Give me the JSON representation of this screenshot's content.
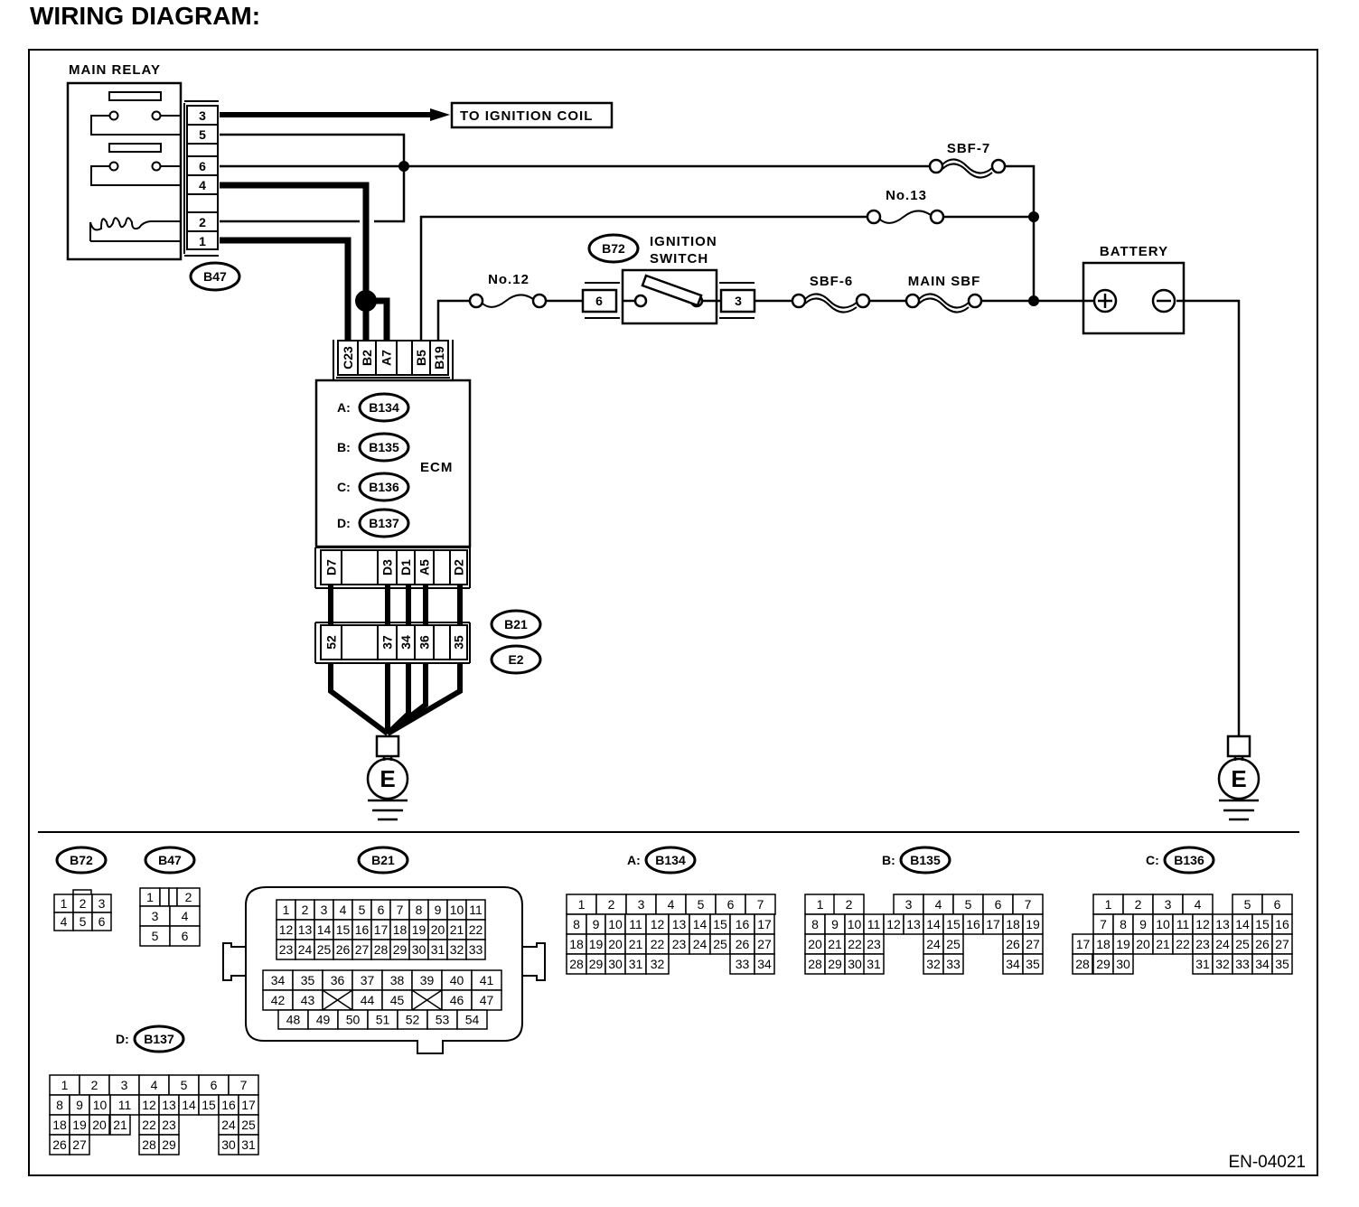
{
  "title": "WIRING DIAGRAM:",
  "figure_id": "EN-04021",
  "components": {
    "main_relay": {
      "label": "MAIN RELAY",
      "connector": "B47",
      "pins": [
        "3",
        "5",
        "6",
        "4",
        "2",
        "1"
      ]
    },
    "to_ignition_coil": "TO IGNITION COIL",
    "fuses": {
      "sbf7": "SBF-7",
      "no13": "No.13",
      "no12": "No.12",
      "sbf6": "SBF-6",
      "main_sbf": "MAIN SBF"
    },
    "ignition_switch": {
      "label_line1": "IGNITION",
      "label_line2": "SWITCH",
      "connector": "B72",
      "pin_left": "6",
      "pin_right": "3"
    },
    "battery": {
      "label": "BATTERY",
      "plus": "+",
      "minus": "−"
    },
    "ecm": {
      "label": "ECM",
      "connectors": [
        {
          "prefix": "A:",
          "id": "B134"
        },
        {
          "prefix": "B:",
          "id": "B135"
        },
        {
          "prefix": "C:",
          "id": "B136"
        },
        {
          "prefix": "D:",
          "id": "B137"
        }
      ],
      "top_pins": [
        "C23",
        "B2",
        "A7",
        "",
        "B5",
        "B19"
      ],
      "bottom_pins": [
        "D7",
        "",
        "D3",
        "D1",
        "A5",
        "",
        "D2"
      ]
    },
    "joint_connector": {
      "ids": [
        "B21",
        "E2"
      ],
      "pins": [
        "52",
        "",
        "37",
        "34",
        "36",
        "",
        "35"
      ]
    },
    "ground": "E"
  },
  "connector_views": {
    "B72": {
      "label": "B72",
      "rows": [
        [
          "1",
          "2",
          "3"
        ],
        [
          "4",
          "5",
          "6"
        ]
      ]
    },
    "B47": {
      "label": "B47",
      "rows": [
        [
          "1",
          "",
          "2"
        ],
        [
          "3",
          "4"
        ],
        [
          "5",
          "6"
        ]
      ]
    },
    "B21": {
      "label": "B21",
      "upper": [
        [
          "1",
          "2",
          "3",
          "4",
          "5",
          "6",
          "7",
          "8",
          "9",
          "10",
          "11"
        ],
        [
          "12",
          "13",
          "14",
          "15",
          "16",
          "17",
          "18",
          "19",
          "20",
          "21",
          "22"
        ],
        [
          "23",
          "24",
          "25",
          "26",
          "27",
          "28",
          "29",
          "30",
          "31",
          "32",
          "33"
        ]
      ],
      "lower": [
        [
          "34",
          "35",
          "36",
          "37",
          "38",
          "39",
          "40",
          "41"
        ],
        [
          "42",
          "43",
          "X",
          "44",
          "45",
          "X",
          "46",
          "47"
        ],
        [
          "48",
          "49",
          "50",
          "51",
          "52",
          "53",
          "54"
        ]
      ]
    },
    "B134": {
      "prefix": "A:",
      "label": "B134",
      "rows": [
        [
          "1",
          "2",
          "3",
          "4",
          "5",
          "6",
          "7"
        ],
        [
          "8",
          "9",
          "10",
          "11",
          "12",
          "13",
          "14",
          "15",
          "16",
          "17"
        ],
        [
          "18",
          "19",
          "20",
          "21",
          "22",
          "23",
          "24",
          "25",
          "26",
          "27"
        ],
        [
          "28",
          "29",
          "30",
          "31",
          "32",
          "33",
          "34"
        ]
      ]
    },
    "B135": {
      "prefix": "B:",
      "label": "B135",
      "rows": [
        [
          "1",
          "2",
          "3",
          "4",
          "5",
          "6",
          "7"
        ],
        [
          "8",
          "9",
          "10",
          "11",
          "12",
          "13",
          "14",
          "15",
          "16",
          "17",
          "18",
          "19"
        ],
        [
          "20",
          "21",
          "22",
          "23",
          "24",
          "25",
          "26",
          "27"
        ],
        [
          "28",
          "29",
          "30",
          "31",
          "32",
          "33",
          "34",
          "35"
        ]
      ]
    },
    "B136": {
      "prefix": "C:",
      "label": "B136",
      "rows": [
        [
          "1",
          "2",
          "3",
          "4",
          "5",
          "6"
        ],
        [
          "7",
          "8",
          "9",
          "10",
          "11",
          "12",
          "13",
          "14",
          "15",
          "16"
        ],
        [
          "17",
          "18",
          "19",
          "20",
          "21",
          "22",
          "23",
          "24",
          "25",
          "26",
          "27"
        ],
        [
          "28",
          "29",
          "30",
          "31",
          "32",
          "33",
          "34",
          "35"
        ]
      ]
    },
    "B137": {
      "prefix": "D:",
      "label": "B137",
      "rows": [
        [
          "1",
          "2",
          "3",
          "4",
          "5",
          "6",
          "7"
        ],
        [
          "8",
          "9",
          "10",
          "11",
          "12",
          "13",
          "14",
          "15",
          "16",
          "17"
        ],
        [
          "18",
          "19",
          "20",
          "21",
          "22",
          "23",
          "24",
          "25"
        ],
        [
          "26",
          "27",
          "28",
          "29",
          "30",
          "31"
        ]
      ]
    }
  }
}
